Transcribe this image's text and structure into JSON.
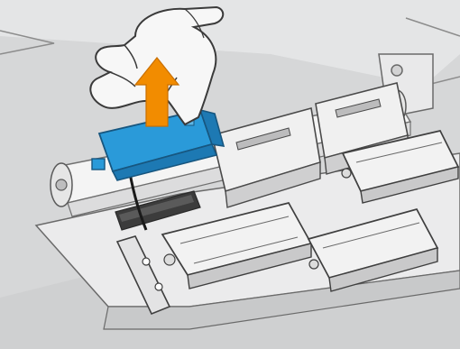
{
  "illustration": {
    "subject": "printer-maintenance-step",
    "components": [
      "gloved-hand",
      "removal-arrow",
      "blue-module",
      "sensor-cable",
      "roller",
      "carriage-slots",
      "cleaning-pads",
      "latch-lever"
    ],
    "colors": {
      "background": "#d9dadb",
      "hardware_light": "#ececec",
      "hardware_mid": "#bfc0c1",
      "outline": "#4a4a4a",
      "module_blue": "#2a9ad9",
      "module_blue_dark": "#1d79b3",
      "arrow_orange": "#f28c00",
      "glove": "#f7f7f7"
    }
  }
}
